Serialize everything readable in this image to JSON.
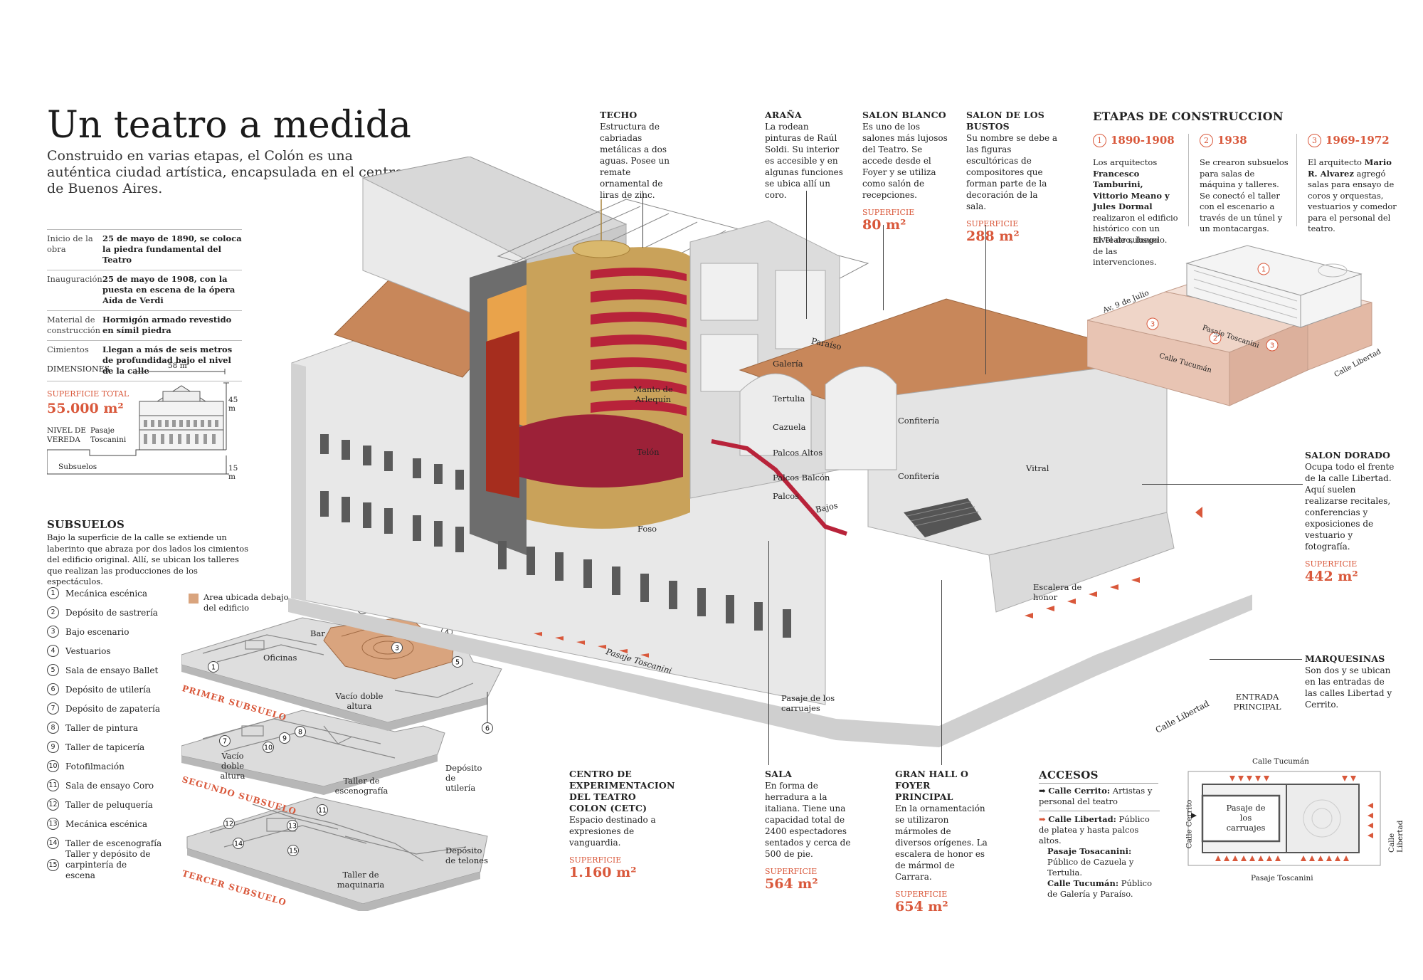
{
  "header": {
    "title": "Un teatro a medida",
    "subtitle": "Construido en varias etapas, el Colón es una auténtica ciudad artística, encapsulada en el centro de Buenos Aires."
  },
  "facts": [
    {
      "key": "Inicio de la obra",
      "value": "25 de mayo de 1890, se coloca la piedra fundamental del Teatro"
    },
    {
      "key": "Inauguración",
      "value": "25 de mayo de 1908, con la puesta en escena de la ópera Aída de Verdi"
    },
    {
      "key": "Material de construcción",
      "value": "Hormigón armado revestido en símil piedra"
    },
    {
      "key": "Cimientos",
      "value": "Llegan a más de seis metros de profundidad bajo el nivel de la calle"
    }
  ],
  "dimensions": {
    "label": "DIMENSIONES",
    "width": "58 m",
    "height": "45 m",
    "depth": "15 m",
    "surface_label": "SUPERFICIE TOTAL",
    "surface_value": "55.000 m²",
    "street_level": "NIVEL DE VEREDA",
    "passage": "Pasaje Toscanini",
    "basements": "Subsuelos"
  },
  "subsuelos": {
    "title": "SUBSUELOS",
    "text": "Bajo la superficie de la calle se extiende un laberinto que abraza por dos lados los cimientos del edificio original. Allí, se ubican los talleres que realizan las producciones de los espectáculos.",
    "area_legend": "Area ubicada debajo del edificio",
    "items": [
      {
        "n": "1",
        "label": "Mecánica escénica"
      },
      {
        "n": "2",
        "label": "Depósito de sastrería"
      },
      {
        "n": "3",
        "label": "Bajo escenario"
      },
      {
        "n": "4",
        "label": "Vestuarios"
      },
      {
        "n": "5",
        "label": "Sala de ensayo Ballet"
      },
      {
        "n": "6",
        "label": "Depósito de utilería"
      },
      {
        "n": "7",
        "label": "Depósito de zapatería"
      },
      {
        "n": "8",
        "label": "Taller de pintura"
      },
      {
        "n": "9",
        "label": "Taller de tapicería"
      },
      {
        "n": "10",
        "label": "Fotofilmación"
      },
      {
        "n": "11",
        "label": "Sala de ensayo Coro"
      },
      {
        "n": "12",
        "label": "Taller de peluquería"
      },
      {
        "n": "13",
        "label": "Mecánica escénica"
      },
      {
        "n": "14",
        "label": "Taller de escenografía"
      },
      {
        "n": "15",
        "label": "Taller y depósito de carpintería de escena"
      }
    ],
    "levels": {
      "primer": "PRIMER SUBSUELO",
      "segundo": "SEGUNDO SUBSUELO",
      "tercer": "TERCER SUBSUELO"
    },
    "rooms": {
      "bar": "Bar",
      "oficinas": "Oficinas",
      "vacio1": "Vacío doble altura",
      "vacio2": "Vacío doble altura",
      "taller_esc": "Taller de escenografía",
      "taller_maq": "Taller de maquinaria",
      "dep_utileria": "Depósito de utilería",
      "dep_telones": "Depósito de telones"
    }
  },
  "callouts": {
    "techo": {
      "title": "TECHO",
      "text": "Estructura de cabriadas metálicas a dos aguas. Posee un remate ornamental de liras de zinc."
    },
    "arana": {
      "title": "ARAÑA",
      "text": "La rodean pinturas de Raúl Soldi. Su interior es accesible y en algunas funciones se ubica allí un coro."
    },
    "salon_blanco": {
      "title": "SALON BLANCO",
      "text": "Es uno de los salones más lujosos del Teatro. Se accede desde el Foyer y se utiliza como salón de recepciones.",
      "sup_label": "SUPERFICIE",
      "sup": "80 m²"
    },
    "salon_bustos": {
      "title": "SALON DE LOS BUSTOS",
      "text": "Su nombre se debe a las figuras escultóricas de compositores que forman parte de la decoración de la sala.",
      "sup_label": "SUPERFICIE",
      "sup": "288 m²"
    },
    "salon_dorado": {
      "title": "SALON DORADO",
      "text": "Ocupa todo el frente de la calle Libertad. Aquí suelen realizarse recitales, conferencias y exposiciones de vestuario y fotografía.",
      "sup_label": "SUPERFICIE",
      "sup": "442 m²"
    },
    "marquesinas": {
      "title": "MARQUESINAS",
      "text": "Son dos y se ubican en las entradas de las calles Libertad y Cerrito."
    },
    "cetc": {
      "title": "CENTRO DE EXPERIMENTACION DEL TEATRO COLON (CETC)",
      "text": "Espacio destinado a expresiones de vanguardia.",
      "sup_label": "SUPERFICIE",
      "sup": "1.160 m²"
    },
    "sala": {
      "title": "SALA",
      "text": "En forma de herradura a la italiana. Tiene una capacidad total de 2400 espectadores sentados y cerca de 500 de pie.",
      "sup_label": "SUPERFICIE",
      "sup": "564 m²"
    },
    "gran_hall": {
      "title": "GRAN HALL O FOYER PRINCIPAL",
      "text": "En la ornamentación se utilizaron mármoles de diversos orígenes. La escalera de honor es de mármol de Carrara.",
      "sup_label": "SUPERFICIE",
      "sup": "654 m²"
    }
  },
  "building_labels": {
    "paraiso": "Paraíso",
    "galeria": "Galería",
    "tertulia": "Tertulia",
    "cazuela": "Cazuela",
    "palcos_altos": "Palcos Altos",
    "palcos_balcon": "Palcos Balcón",
    "palcos": "Palcos",
    "bajos": "Bajos",
    "manto": "Manto de Arlequín",
    "telon": "Telón",
    "foso": "Foso",
    "confiteria1": "Confitería",
    "confiteria2": "Confitería",
    "vitral": "Vitral",
    "escalera": "Escalera de honor",
    "pasaje_toscanini": "Pasaje Toscanini",
    "pasaje_carruajes": "Pasaje de los carruajes",
    "calle_libertad": "Calle Libertad",
    "entrada": "ENTRADA PRINCIPAL"
  },
  "etapas": {
    "title": "ETAPAS DE CONSTRUCCION",
    "items": [
      {
        "n": "1",
        "years": "1890-1908",
        "text_pre": "Los arquitectos ",
        "text_bold": "Francesco Tamburini, Vittorio Meano y Jules Dormal",
        "text_post": " realizaron el edificio histórico con un nivel de subsuelo."
      },
      {
        "n": "2",
        "years": "1938",
        "text_pre": "Se crearon subsuelos para salas de máquina y talleres. Se conectó el taller con el escenario a través de un túnel y un montacargas.",
        "text_bold": "",
        "text_post": ""
      },
      {
        "n": "3",
        "years": "1969-1972",
        "text_pre": "El arquitecto ",
        "text_bold": "Mario R. Alvarez",
        "text_post": " agregó salas para ensayo de coros y orquestas, vestuarios y comedor para el personal del teatro."
      }
    ],
    "note": "El Teatro, luego de las intervenciones.",
    "map_labels": {
      "av": "Av. 9 de Julio",
      "toscanini": "Pasaje Toscanini",
      "tucuman": "Calle Tucumán",
      "libertad": "Calle Libertad"
    }
  },
  "accesos": {
    "title": "ACCESOS",
    "items": [
      {
        "name": "Calle Cerrito:",
        "text": " Artistas y personal del teatro"
      },
      {
        "name": "Calle Libertad:",
        "text": " Público de platea y hasta palcos altos."
      },
      {
        "name": "Pasaje Tosacanini:",
        "text": " Público de Cazuela y Tertulia."
      },
      {
        "name": "Calle Tucumán:",
        "text": " Público de Galería y Paraíso."
      }
    ],
    "map": {
      "tucuman": "Calle Tucumán",
      "cerrito": "Calle Cerrito",
      "libertad": "Calle Libertad",
      "toscanini": "Pasaje Toscanini",
      "carruajes": "Pasaje de los carruajes"
    }
  },
  "colors": {
    "accent": "#d9583b",
    "building": "#e6e6e6",
    "roof": "#c8875a",
    "seats": "#b8233a",
    "gold": "#c9a25a",
    "basement_highlight": "#d9a47e"
  }
}
